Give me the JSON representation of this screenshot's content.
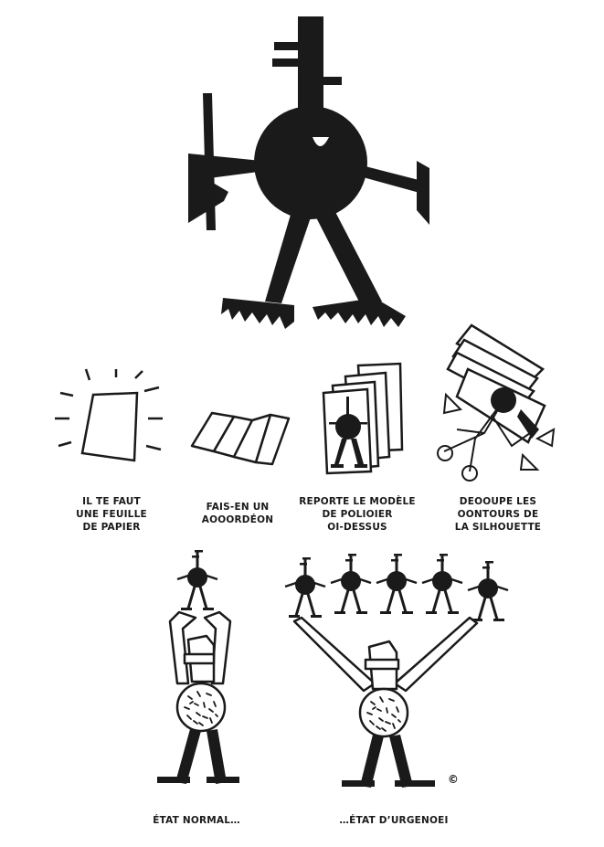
{
  "colors": {
    "ink": "#1a1a1a",
    "paper": "#ffffff"
  },
  "main_figure": {
    "name": "paper-doll-silhouette"
  },
  "steps": [
    {
      "icon": "sheet-of-paper-icon",
      "lines": [
        "IL TE FAUT",
        "UNE FEUILLE",
        "DE PAPIER"
      ]
    },
    {
      "icon": "accordion-fold-icon",
      "lines": [
        "FAIS-EN UN",
        "AOOORDÉON"
      ]
    },
    {
      "icon": "trace-template-icon",
      "lines": [
        "REPORTE LE MODÈLE",
        "DE POLIOIER",
        "OI-DESSUS"
      ]
    },
    {
      "icon": "scissors-cut-icon",
      "lines": [
        "DEOOUPE LES",
        "OONTOURS DE",
        "LA SILHOUETTE"
      ]
    }
  ],
  "scenes": [
    {
      "name": "normal-state",
      "label": "ÉTAT NORMAL…"
    },
    {
      "name": "emergency-state",
      "label": "…ÉTAT D’URGENOEI"
    }
  ],
  "copyright_mark": "©"
}
